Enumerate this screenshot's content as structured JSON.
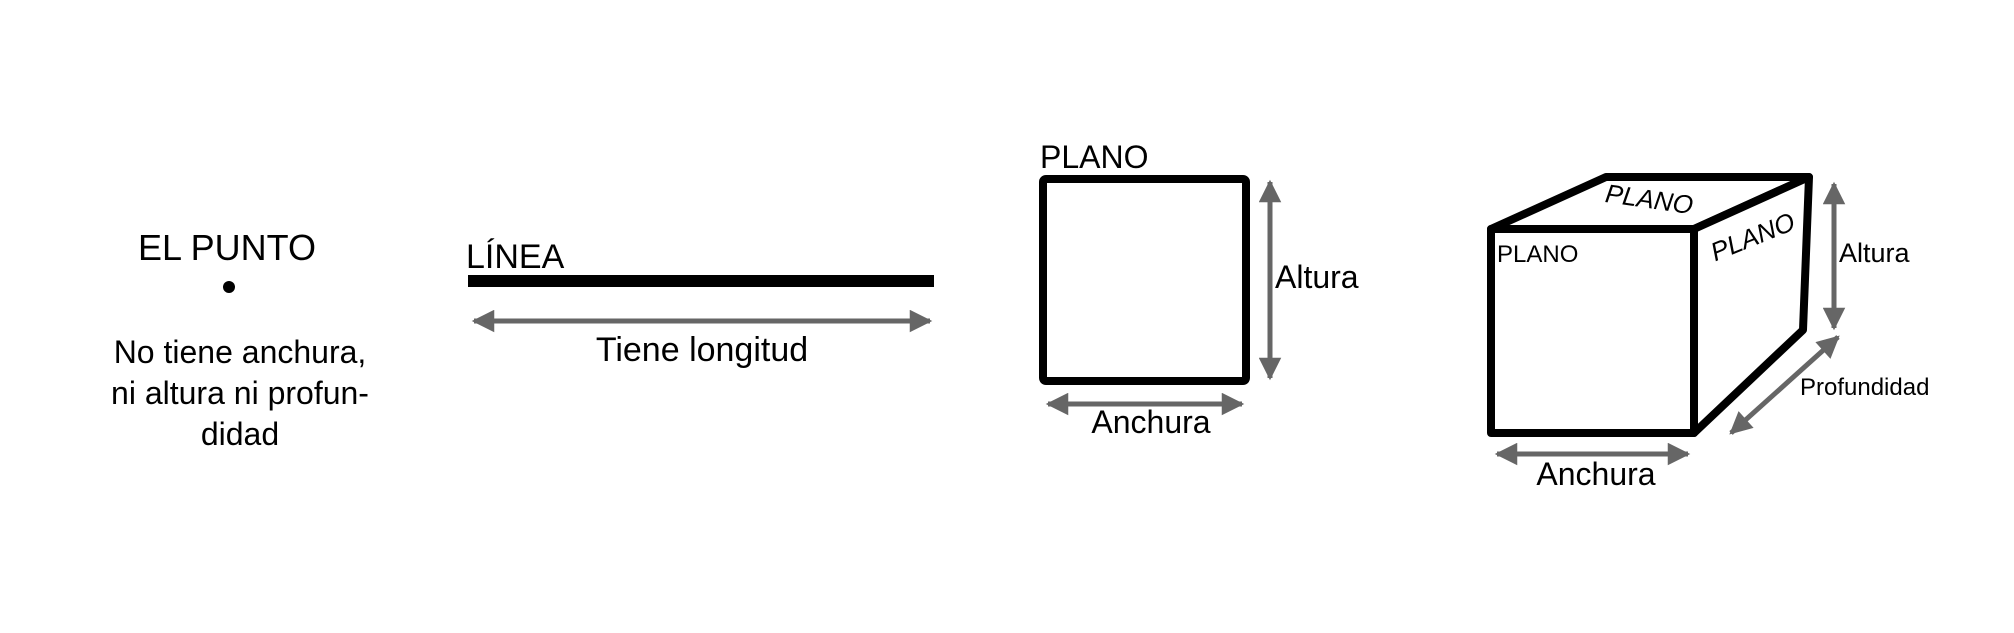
{
  "point": {
    "title": "EL PUNTO",
    "description": [
      "No tiene anchura,",
      "ni altura ni profun-",
      "didad"
    ]
  },
  "line": {
    "title": "LÍNEA",
    "length_label": "Tiene longitud"
  },
  "plane": {
    "title": "PLANO",
    "height_label": "Altura",
    "width_label": "Anchura"
  },
  "cube": {
    "front_label": "PLANO",
    "top_label": "PLANO",
    "side_label": "PLANO",
    "height_label": "Altura",
    "depth_label": "Profundidad",
    "width_label": "Anchura"
  },
  "colors": {
    "ink": "#000000",
    "arrow": "#666666",
    "background": "#ffffff"
  }
}
